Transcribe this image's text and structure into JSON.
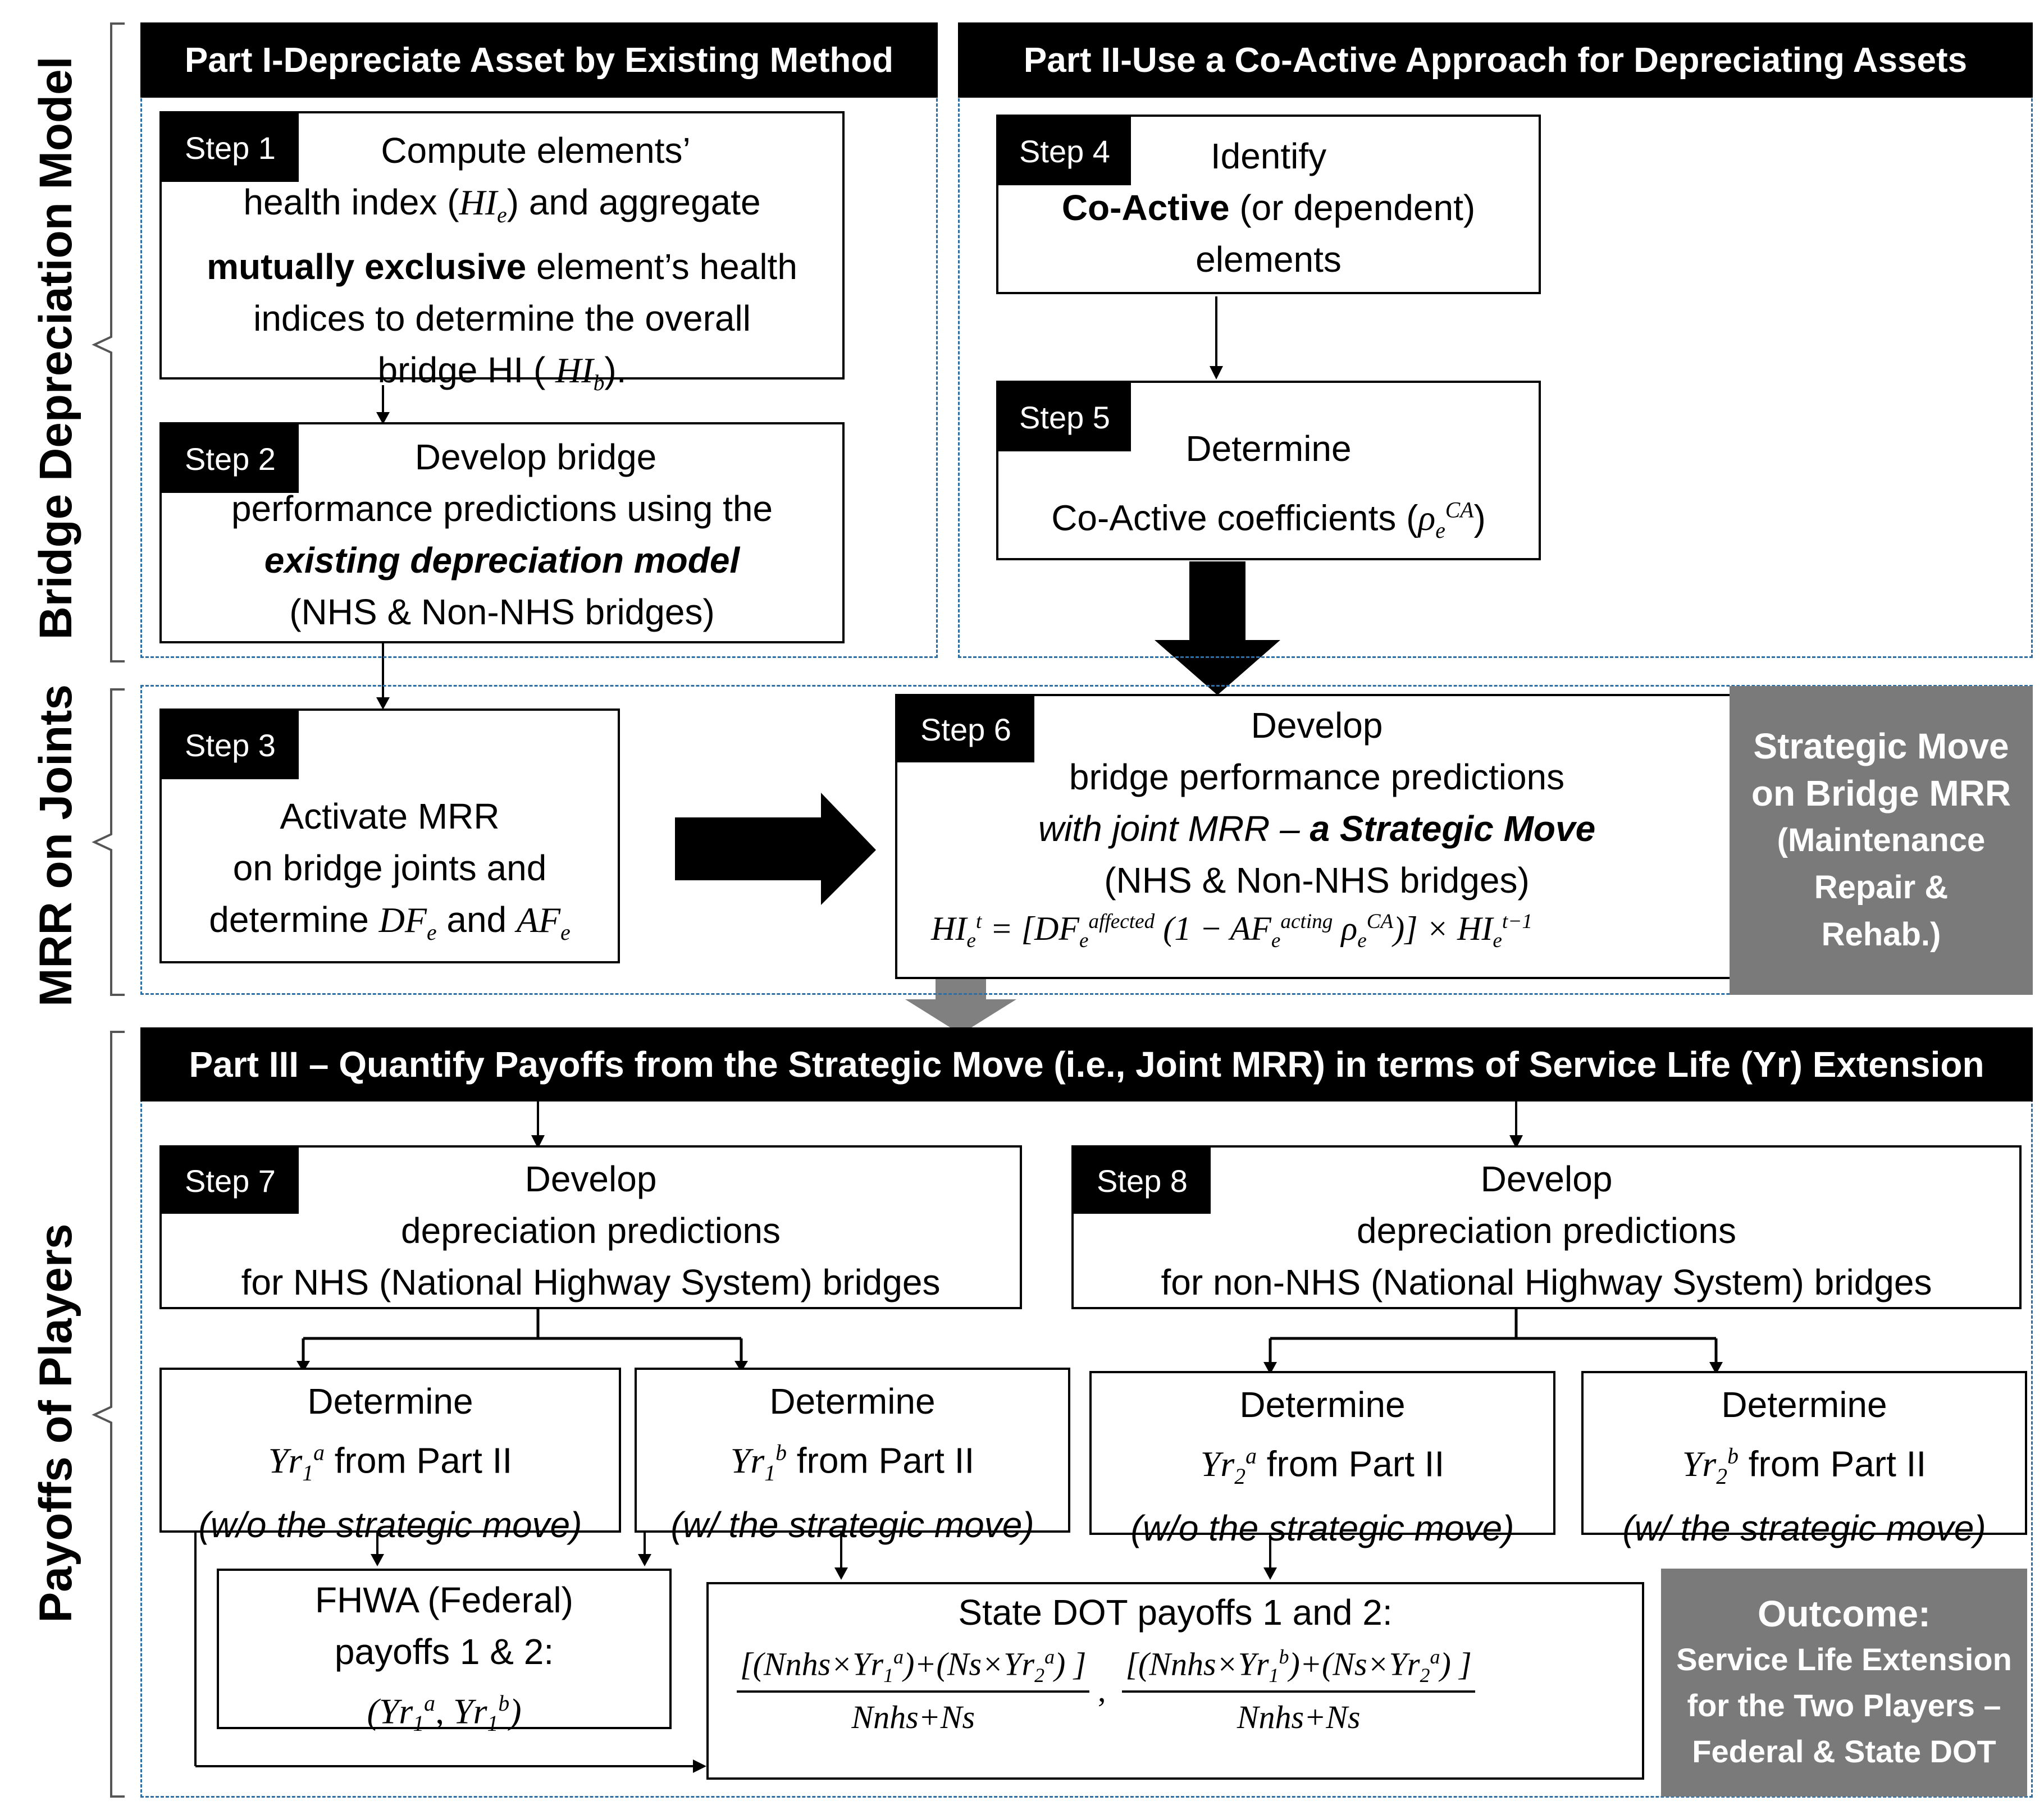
{
  "sections": {
    "bridge_depreciation": "Bridge Depreciation Model",
    "mrr_joints": "MRR on Joints",
    "payoffs": "Payoffs of Players"
  },
  "headers": {
    "part1": "Part I-Depreciate Asset by Existing Method",
    "part2": "Part II-Use a Co-Active Approach for Depreciating Assets",
    "part3": "Part III – Quantify Payoffs from the Strategic Move (i.e., Joint MRR) in terms of Service Life (Yr) Extension"
  },
  "steps": {
    "s1": {
      "label": "Step 1",
      "l1": "Compute elements’",
      "l2a": "health index (",
      "l2b": ") and aggregate",
      "l3a": "mutually exclusive",
      "l3b": " element’s health",
      "l4": "indices to determine the overall",
      "l5a": "bridge HI ( ",
      "l5b": ")."
    },
    "s2": {
      "label": "Step 2",
      "l1": "Develop bridge",
      "l2": "performance predictions using the",
      "l3": "existing depreciation model",
      "l4": "(NHS & Non-NHS bridges)"
    },
    "s3": {
      "label": "Step 3",
      "l1": "Activate MRR",
      "l2": "on bridge joints and",
      "l3a": "determine ",
      "l3b": " and "
    },
    "s4": {
      "label": "Step 4",
      "l1": "Identify",
      "l2a": "Co-Active",
      "l2b": " (or dependent)",
      "l3": "elements"
    },
    "s5": {
      "label": "Step 5",
      "l1": "Determine",
      "l2a": "Co-Active coefficients (",
      "l2b": ")"
    },
    "s6": {
      "label": "Step 6",
      "l1": "Develop",
      "l2": "bridge performance predictions",
      "l3a": "with joint MRR – ",
      "l3b": "a Strategic Move",
      "l4": "(NHS & Non-NHS bridges)"
    },
    "s7": {
      "label": "Step 7",
      "l1": "Develop",
      "l2": "depreciation predictions",
      "l3": "for NHS (National Highway System) bridges"
    },
    "s8": {
      "label": "Step 8",
      "l1": "Develop",
      "l2": "depreciation predictions",
      "l3": "for  non-NHS (National Highway System) bridges"
    }
  },
  "determine": {
    "word": "Determine",
    "from": " from Part II",
    "without": "(w/o the strategic move)",
    "with": "(w/ the strategic move)"
  },
  "fhwa": {
    "l1": "FHWA (Federal)",
    "l2": "payoffs 1 & 2:"
  },
  "state": {
    "title": "State DOT payoffs 1 and 2:"
  },
  "gray_boxes": {
    "strategic": {
      "l1": "Strategic Move",
      "l2": "on Bridge MRR",
      "l3": "(Maintenance",
      "l4": "Repair  &",
      "l5": "Rehab.)"
    },
    "outcome": {
      "l1": "Outcome:",
      "l2": "Service Life Extension",
      "l3": "for the Two Players –",
      "l4": "Federal & State DOT"
    }
  },
  "colors": {
    "dashed_border": "#2e6ea3",
    "gray_box": "#7a7a7a",
    "gray_arrow": "#808080"
  }
}
